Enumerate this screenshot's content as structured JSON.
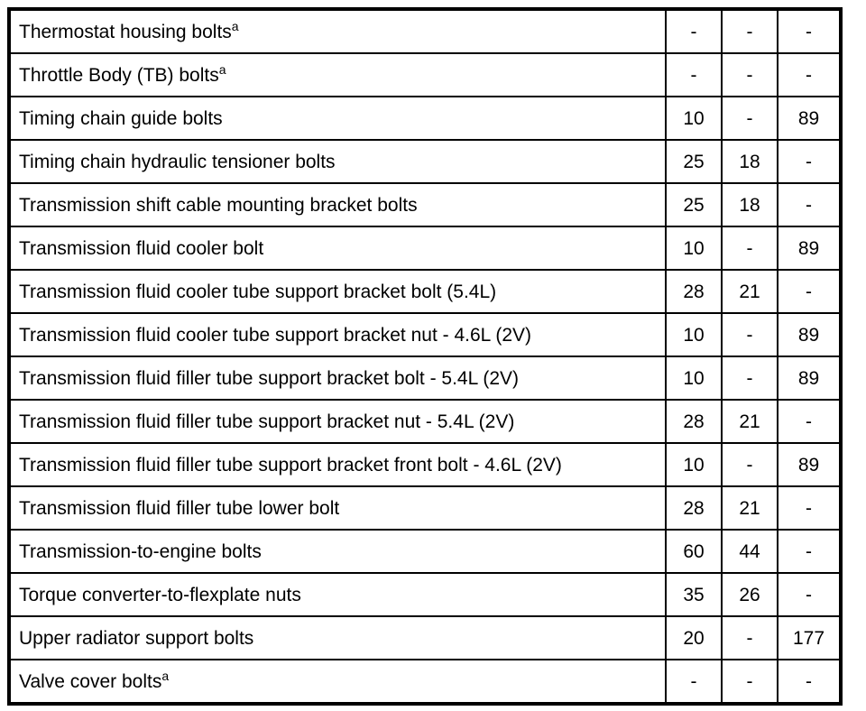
{
  "colors": {
    "background": "#ffffff",
    "border": "#000000",
    "text": "#000000"
  },
  "table": {
    "rows": [
      {
        "label": "Thermostat housing bolts",
        "footnote": "a",
        "values": [
          "-",
          "-",
          "-"
        ]
      },
      {
        "label": "Throttle Body (TB) bolts",
        "footnote": "a",
        "values": [
          "-",
          "-",
          "-"
        ]
      },
      {
        "label": "Timing chain guide bolts",
        "footnote": "",
        "values": [
          "10",
          "-",
          "89"
        ]
      },
      {
        "label": "Timing chain hydraulic tensioner bolts",
        "footnote": "",
        "values": [
          "25",
          "18",
          "-"
        ]
      },
      {
        "label": "Transmission shift cable mounting bracket bolts",
        "footnote": "",
        "values": [
          "25",
          "18",
          "-"
        ]
      },
      {
        "label": "Transmission fluid cooler bolt",
        "footnote": "",
        "values": [
          "10",
          "-",
          "89"
        ]
      },
      {
        "label": "Transmission fluid cooler tube support bracket bolt (5.4L)",
        "footnote": "",
        "values": [
          "28",
          "21",
          "-"
        ]
      },
      {
        "label": "Transmission fluid cooler tube support bracket nut - 4.6L (2V)",
        "footnote": "",
        "values": [
          "10",
          "-",
          "89"
        ]
      },
      {
        "label": "Transmission fluid filler tube support bracket bolt - 5.4L (2V)",
        "footnote": "",
        "values": [
          "10",
          "-",
          "89"
        ]
      },
      {
        "label": "Transmission fluid filler tube support bracket nut - 5.4L (2V)",
        "footnote": "",
        "values": [
          "28",
          "21",
          "-"
        ]
      },
      {
        "label": "Transmission fluid filler tube support bracket front bolt - 4.6L (2V)",
        "footnote": "",
        "values": [
          "10",
          "-",
          "89"
        ]
      },
      {
        "label": "Transmission fluid filler tube lower bolt",
        "footnote": "",
        "values": [
          "28",
          "21",
          "-"
        ]
      },
      {
        "label": "Transmission-to-engine bolts",
        "footnote": "",
        "values": [
          "60",
          "44",
          "-"
        ]
      },
      {
        "label": "Torque converter-to-flexplate nuts",
        "footnote": "",
        "values": [
          "35",
          "26",
          "-"
        ]
      },
      {
        "label": "Upper radiator support bolts",
        "footnote": "",
        "values": [
          "20",
          "-",
          "177"
        ]
      },
      {
        "label": "Valve cover bolts",
        "footnote": "a",
        "values": [
          "-",
          "-",
          "-"
        ]
      }
    ]
  }
}
